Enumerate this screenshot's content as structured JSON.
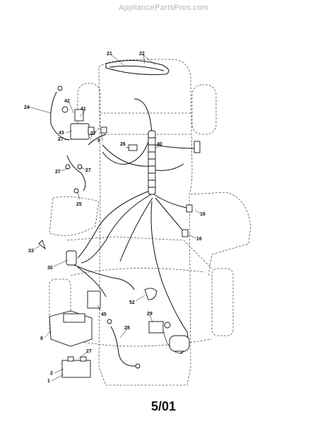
{
  "header": {
    "watermark": "AppliancePartsPros.com"
  },
  "footer": {
    "date_code": "5/01"
  },
  "callouts": [
    "21",
    "22",
    "24",
    "42",
    "41",
    "43",
    "27",
    "27",
    "40",
    "26",
    "27",
    "27",
    "25",
    "16",
    "16",
    "33",
    "30",
    "45",
    "52",
    "29",
    "28",
    "8",
    "27",
    "2",
    "1",
    "9"
  ]
}
